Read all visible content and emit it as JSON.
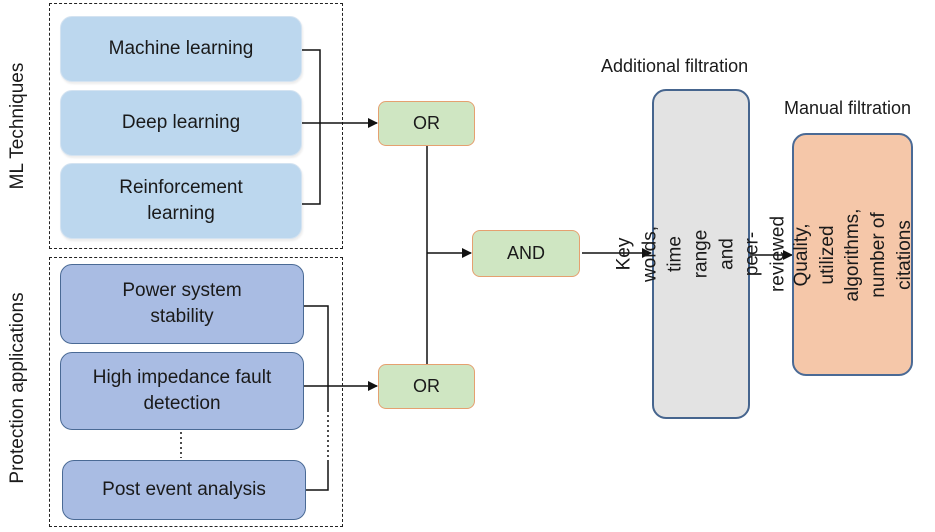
{
  "side_labels": {
    "ml": "ML Techniques",
    "protection": "Protection applications"
  },
  "ml_techniques": [
    "Machine learning",
    "Deep learning",
    "Reinforcement\nlearning"
  ],
  "protection_applications": [
    "Power system\nstability",
    "High impedance fault\ndetection",
    "Post event analysis"
  ],
  "gates": {
    "or_top": "OR",
    "or_bottom": "OR",
    "and": "AND"
  },
  "additional_filtration": {
    "title": "Additional filtration",
    "text": "Key words, time range and\npeer-reviewed"
  },
  "manual_filtration": {
    "title": "Manual filtration",
    "text": "Quality, utilized\nalgorithms, number of\ncitations"
  }
}
